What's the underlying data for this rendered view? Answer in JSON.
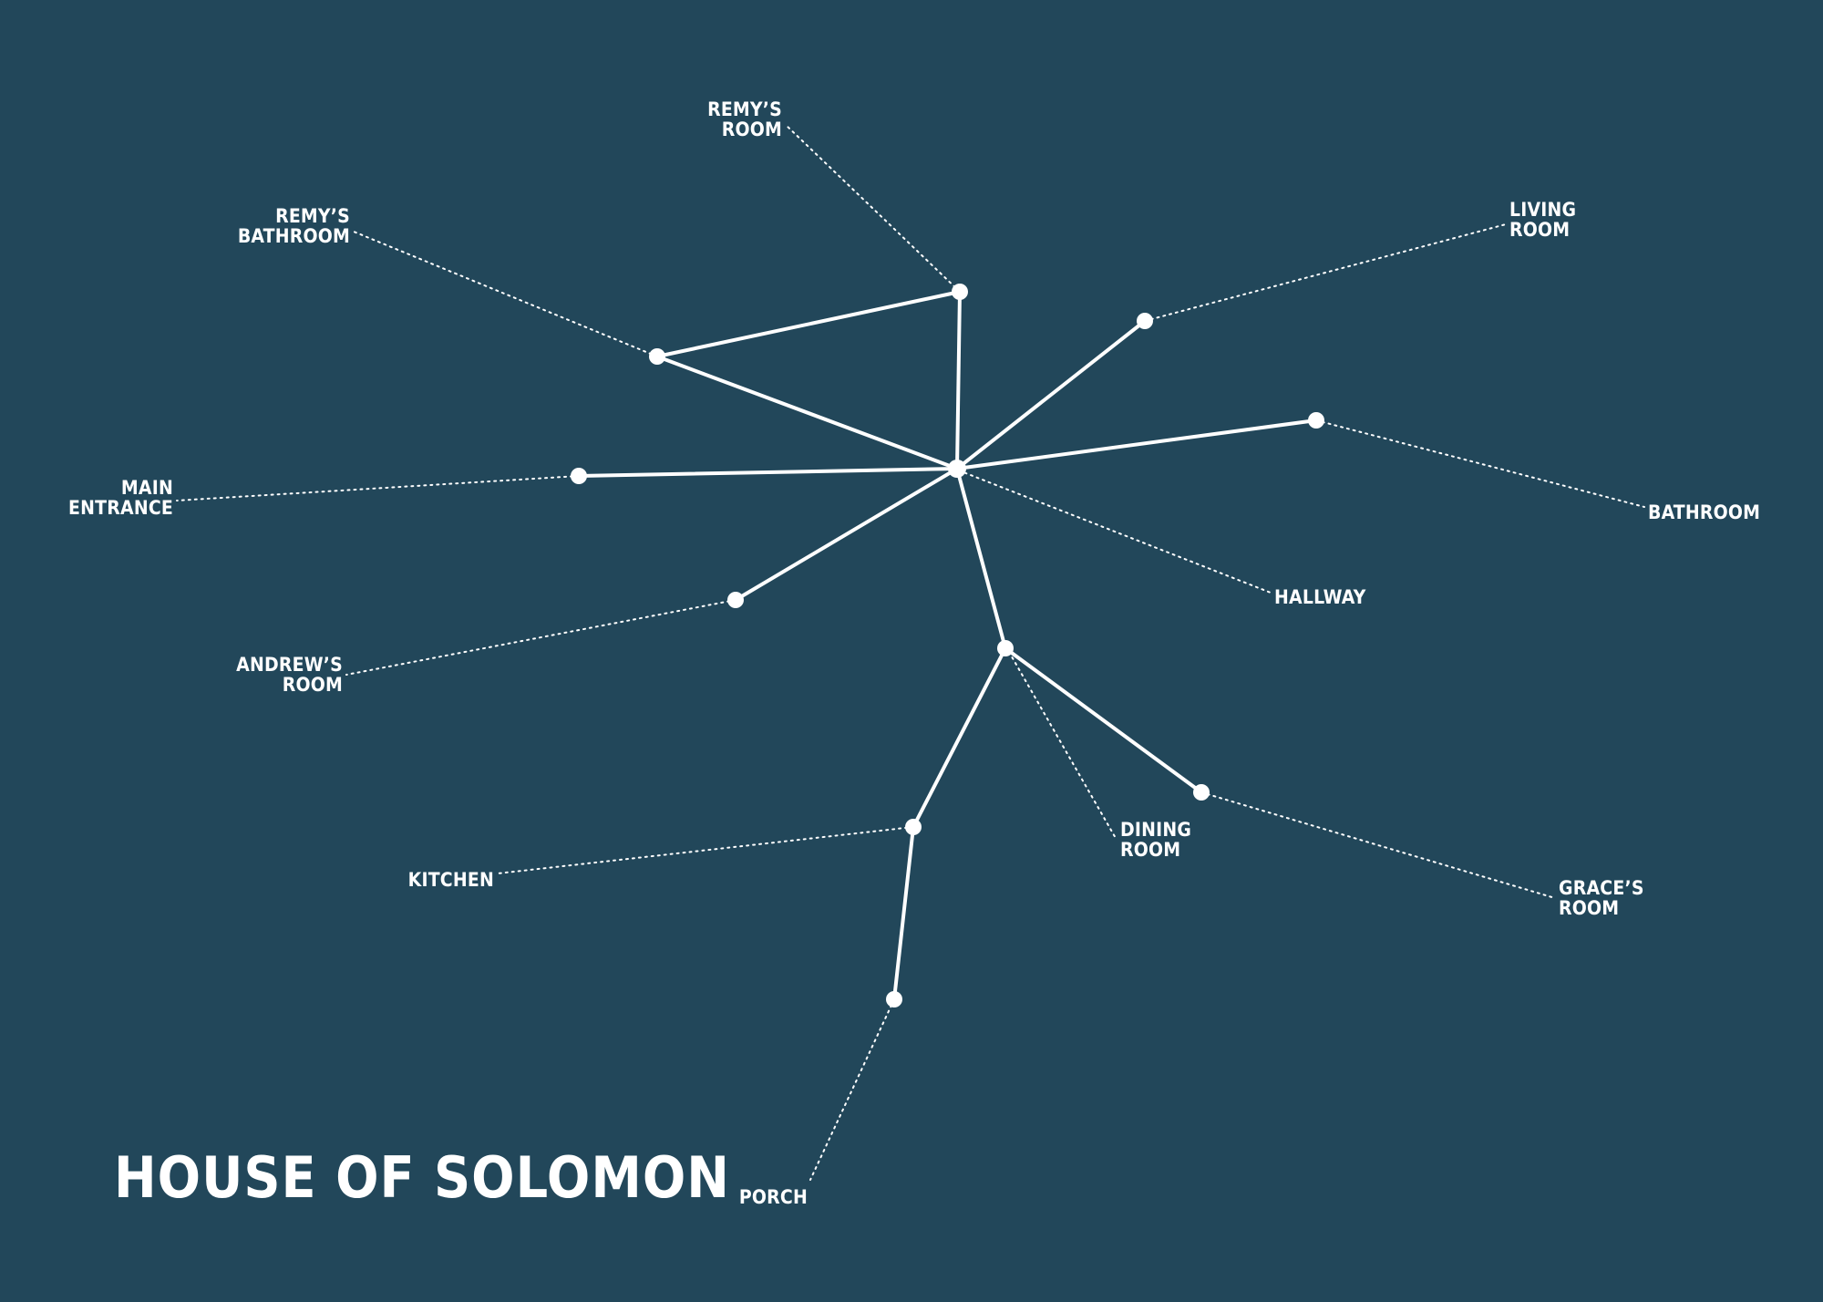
{
  "title": "HOUSE OF SOLOMON",
  "colors": {
    "background": "#22475a",
    "foreground": "#ffffff"
  },
  "nodes": [
    {
      "id": "hub",
      "label_lines": []
    },
    {
      "id": "remys-room",
      "label_lines": [
        "REMY’S",
        "ROOM"
      ]
    },
    {
      "id": "remys-bathroom",
      "label_lines": [
        "REMY’S",
        "BATHROOM"
      ]
    },
    {
      "id": "living-room",
      "label_lines": [
        "LIVING",
        "ROOM"
      ]
    },
    {
      "id": "bathroom",
      "label_lines": [
        "BATHROOM"
      ]
    },
    {
      "id": "main-entrance",
      "label_lines": [
        "MAIN",
        "ENTRANCE"
      ]
    },
    {
      "id": "hallway",
      "label_lines": [
        "HALLWAY"
      ]
    },
    {
      "id": "andrews-room",
      "label_lines": [
        "ANDREW’S",
        "ROOM"
      ]
    },
    {
      "id": "dining-room",
      "label_lines": [
        "DINING",
        "ROOM"
      ]
    },
    {
      "id": "graces-room",
      "label_lines": [
        "GRACE’S",
        "ROOM"
      ]
    },
    {
      "id": "kitchen",
      "label_lines": [
        "KITCHEN"
      ]
    },
    {
      "id": "porch",
      "label_lines": [
        "PORCH"
      ]
    }
  ],
  "edges": [
    [
      "remys-room",
      "remys-bathroom"
    ],
    [
      "remys-room",
      "hub"
    ],
    [
      "remys-bathroom",
      "hub"
    ],
    [
      "hub",
      "living-room"
    ],
    [
      "hub",
      "bathroom"
    ],
    [
      "hub",
      "main-entrance"
    ],
    [
      "hub",
      "andrews-room"
    ],
    [
      "hub",
      "dining-room"
    ],
    [
      "dining-room",
      "graces-room"
    ],
    [
      "dining-room",
      "kitchen"
    ],
    [
      "kitchen",
      "porch"
    ]
  ]
}
